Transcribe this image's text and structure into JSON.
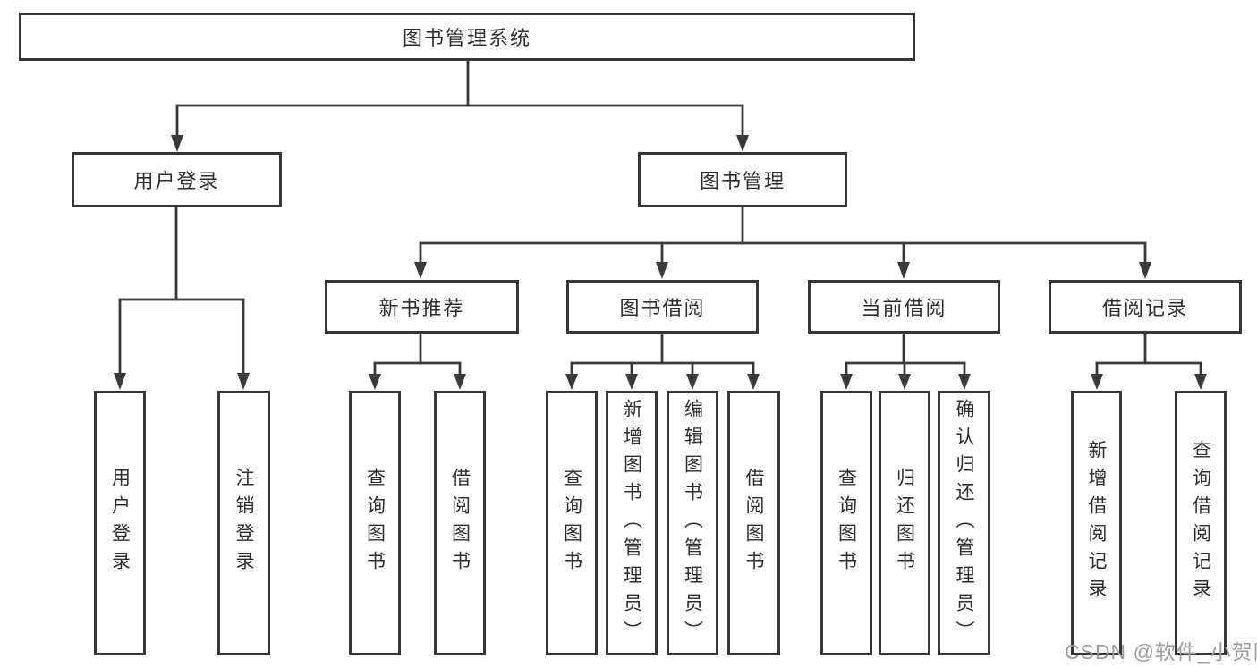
{
  "diagram": {
    "title_node": {
      "label": "图书管理系统"
    },
    "level2": [
      {
        "label": "用户登录"
      },
      {
        "label": "图书管理"
      }
    ],
    "level3": [
      {
        "label": "新书推荐"
      },
      {
        "label": "图书借阅"
      },
      {
        "label": "当前借阅"
      },
      {
        "label": "借阅记录"
      }
    ],
    "leaves": [
      {
        "label": "用户登录"
      },
      {
        "label": "注销登录"
      },
      {
        "label": "查询图书"
      },
      {
        "label": "借阅图书"
      },
      {
        "label": "查询图书"
      },
      {
        "label": "新增图书（管理员）"
      },
      {
        "label": "编辑图书（管理员）"
      },
      {
        "label": "借阅图书"
      },
      {
        "label": "查询图书"
      },
      {
        "label": "归还图书"
      },
      {
        "label": "确认归还（管理员）"
      },
      {
        "label": "新增借阅记录"
      },
      {
        "label": "查询借阅记录"
      }
    ],
    "watermark": "CSDN @软件_小贺同学",
    "colors": {
      "line": "#3a3a3a",
      "border": "#363636",
      "text": "#2d2d2d",
      "watermark": "#9c9c9c",
      "background": "#ffffff"
    }
  }
}
